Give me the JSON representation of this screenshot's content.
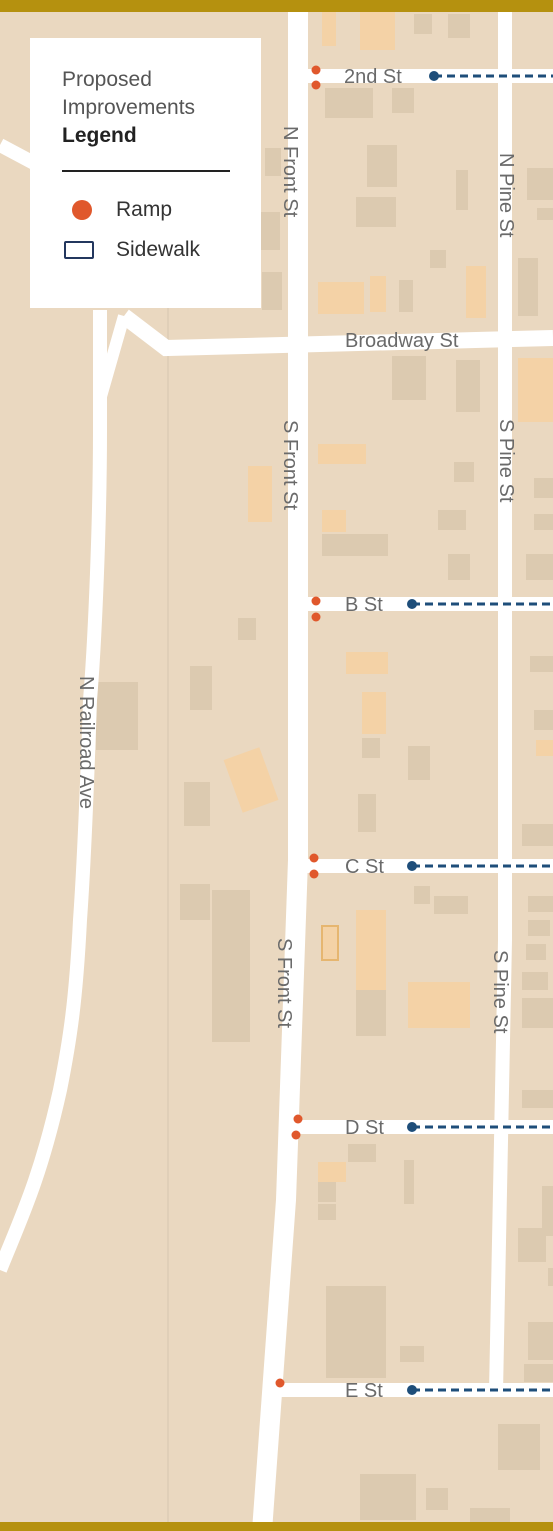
{
  "colors": {
    "background": "#ead8c0",
    "road": "#ffffff",
    "building": "#dccab0",
    "building_highlight": "#f4d2a6",
    "ramp": "#e0582c",
    "sidewalk": "#1e4e7a",
    "frame": "#b5910f"
  },
  "legend": {
    "title_line1": "Proposed",
    "title_line2": "Improvements",
    "title_line3": "Legend",
    "ramp_label": "Ramp",
    "sidewalk_label": "Sidewalk"
  },
  "streets": {
    "second": "2nd St",
    "broadway": "Broadway St",
    "b": "B St",
    "c": "C St",
    "d": "D St",
    "e": "E St",
    "n_front": "N Front St",
    "s_front_1": "S Front St",
    "s_front_2": "S Front St",
    "n_pine": "N Pine St",
    "s_pine_1": "S Pine St",
    "s_pine_2": "S Pine St",
    "n_railroad": "N Railroad Ave"
  }
}
